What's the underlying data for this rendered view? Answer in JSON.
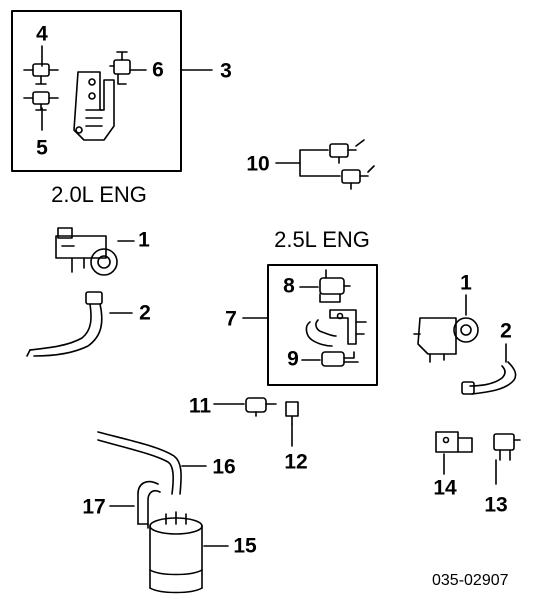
{
  "sections": {
    "engine_20": "2.0L ENG",
    "engine_25": "2.5L ENG"
  },
  "callouts": {
    "c1a": "1",
    "c1b": "1",
    "c2a": "2",
    "c2b": "2",
    "c3": "3",
    "c4": "4",
    "c5": "5",
    "c6": "6",
    "c7": "7",
    "c8": "8",
    "c9": "9",
    "c10": "10",
    "c11": "11",
    "c12": "12",
    "c13": "13",
    "c14": "14",
    "c15": "15",
    "c16": "16",
    "c17": "17"
  },
  "reference_code": "035-02907"
}
